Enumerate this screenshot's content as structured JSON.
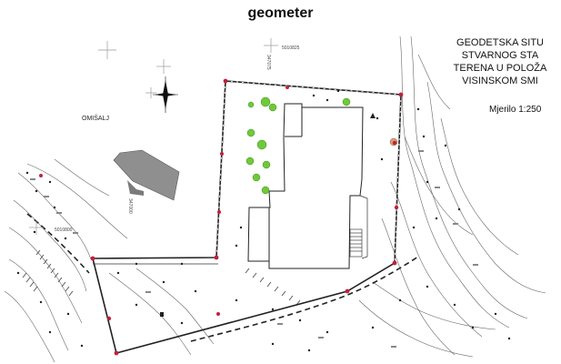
{
  "brand": "geometer",
  "title_lines": [
    "GEODETSKA SITU",
    "STVARNOG STA",
    "TERENA U POLOŽA",
    "VISINSKOM SMI"
  ],
  "scale_text": "Mjerilo 1:250",
  "place_name": "OMIŠALJ",
  "grid_labels": {
    "top_y": "5010825",
    "top_x": "347075",
    "left_y": "5010800",
    "left_x": "347000"
  },
  "colors": {
    "boundary": "#222222",
    "marker": "#c2203b",
    "tree": "#6fc93a",
    "neighbor_building": "#8f8f8f",
    "contour": "#555555"
  },
  "icons": [
    "north-arrow-icon",
    "tree-icon",
    "boundary-marker-icon"
  ]
}
